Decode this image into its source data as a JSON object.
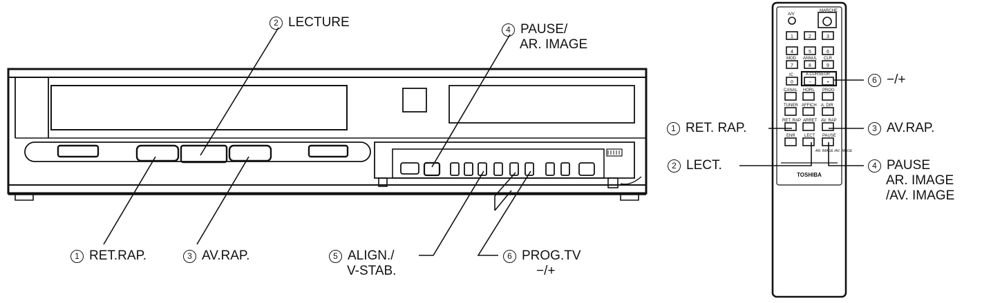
{
  "vcr_labels": {
    "lecture": {
      "num": "2",
      "text": "LECTURE"
    },
    "pause": {
      "num": "4",
      "line1": "PAUSE/",
      "line2": "AR. IMAGE"
    },
    "ret_rap": {
      "num": "1",
      "text": "RET.RAP."
    },
    "av_rap": {
      "num": "3",
      "text": "AV.RAP."
    },
    "align": {
      "num": "5",
      "line1": "ALIGN./",
      "line2": "V-STAB."
    },
    "prog_tv": {
      "num": "6",
      "line1": "PROG.TV",
      "line2": "−/+"
    }
  },
  "remote_labels": {
    "minus_plus": {
      "num": "6",
      "text": "−/+"
    },
    "ret_rap": {
      "num": "1",
      "text": "RET. RAP."
    },
    "av_rap": {
      "num": "3",
      "text": "AV.RAP."
    },
    "lect": {
      "num": "2",
      "text": "LECT."
    },
    "pause": {
      "num": "4",
      "line1": "PAUSE",
      "line2": "AR. IMAGE",
      "line3": "/AV. IMAGE"
    }
  },
  "remote_keys": {
    "av": "A/V",
    "marche": "MARCHE",
    "digits": [
      "1",
      "2",
      "3",
      "4",
      "5",
      "6",
      "7",
      "8",
      "9",
      "0"
    ],
    "row3_top": [
      "MOD",
      "ANNUL",
      "CLR"
    ],
    "zero_top": "IC",
    "curseur": "A CURSEUR",
    "minus": "−",
    "plus": "+",
    "canal": "CANAL",
    "horl": "HORL",
    "prog": "PROG",
    "tuner": "TUNER",
    "affich": "AFFICH",
    "adir": "A. DIR",
    "ret_rap": "RET. RAP",
    "arret": "ARRET",
    "av_rap": "AV. RAP",
    "enr": "ENR",
    "lect": "LECT",
    "pause": "PAUSE",
    "arav_image": "AR. IMAGE /AV. IMAGE",
    "brand": "TOSHIBA"
  }
}
